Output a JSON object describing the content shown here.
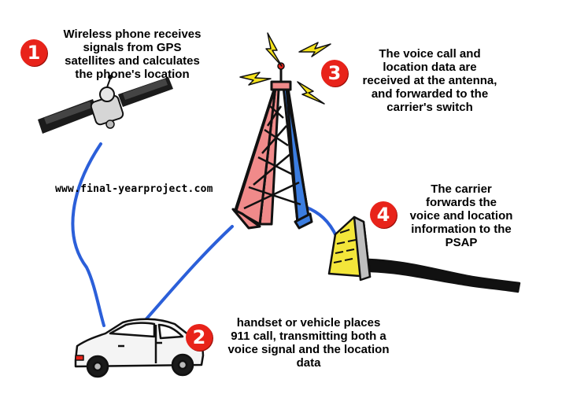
{
  "watermark": "www.final-yearproject.com",
  "steps": [
    {
      "number": "1",
      "lines": [
        "Wireless phone receives",
        "signals from GPS",
        "satellites and calculates",
        "the phone's location"
      ]
    },
    {
      "number": "2",
      "lines": [
        "handset or vehicle places",
        "911 call, transmitting both a",
        "voice signal and the location",
        "data"
      ]
    },
    {
      "number": "3",
      "lines": [
        "The voice call and",
        "location data are",
        "received at the antenna,",
        "and forwarded to the",
        "carrier's switch"
      ]
    },
    {
      "number": "4",
      "lines": [
        "The carrier",
        "forwards the",
        "voice and location",
        "information to the",
        "PSAP"
      ]
    }
  ],
  "icons": {
    "satellite": "satellite-icon",
    "tower": "antenna-tower-icon",
    "car": "car-icon",
    "switch": "carrier-switch-building-icon"
  },
  "colors": {
    "badge": "#e8231a",
    "link_line": "#2b5fd9",
    "tower_pink": "#f08a8a",
    "tower_blue": "#3b7de0",
    "lightning": "#f5e21a"
  }
}
